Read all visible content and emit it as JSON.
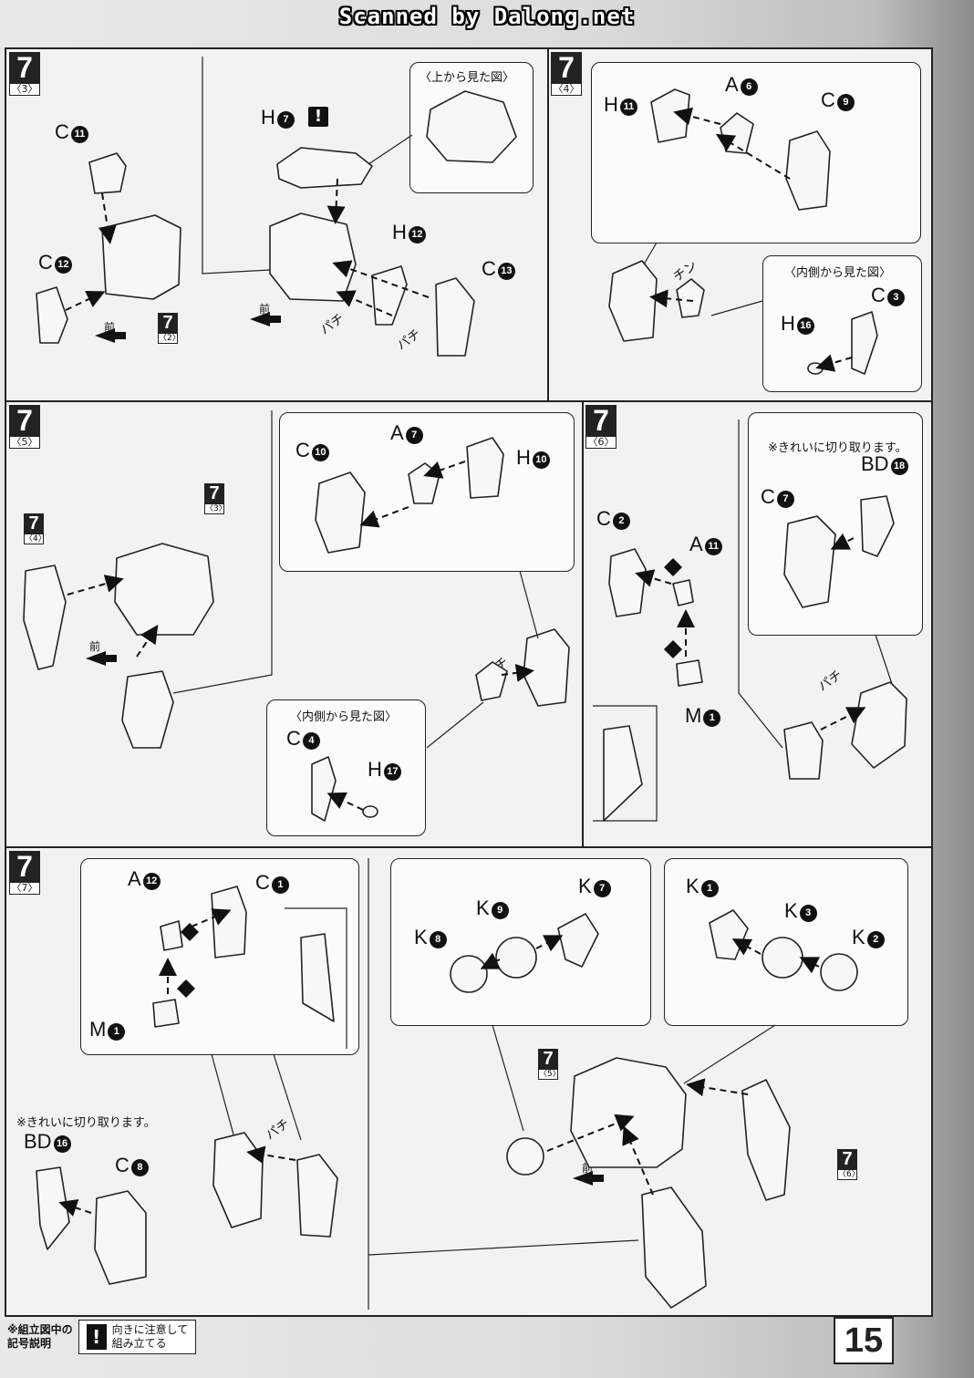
{
  "header": "Scanned by Dalong.net",
  "page_number": "15",
  "legend": {
    "line1": "※組立図中の",
    "line2": "記号説明",
    "text_line1": "向きに注意して",
    "text_line2": "組み立てる"
  },
  "common": {
    "front": "前",
    "snap": "パチ",
    "snap2": "チン",
    "clean_cut": "※きれいに切り取ります。",
    "top_view": "〈上から見た図〉",
    "inner_view": "〈内側から見た図〉",
    "bang": "!"
  },
  "steps": {
    "s3": {
      "num": "7",
      "sub": "〈3〉",
      "labels": {
        "c11": "C",
        "c12": "C",
        "h7": "H",
        "h12": "H",
        "c13": "C"
      },
      "ref": {
        "num": "7",
        "sub": "〈2〉"
      }
    },
    "s4": {
      "num": "7",
      "sub": "〈4〉",
      "labels": {
        "h11": "H",
        "a6": "A",
        "c9": "C",
        "c3": "C",
        "h16": "H"
      }
    },
    "s5": {
      "num": "7",
      "sub": "〈5〉",
      "labels": {
        "c10": "C",
        "a7": "A",
        "h10": "H",
        "c4": "C",
        "h17": "H"
      },
      "ref4": {
        "num": "7",
        "sub": "〈4〉"
      },
      "ref3": {
        "num": "7",
        "sub": "〈3〉"
      }
    },
    "s6": {
      "num": "7",
      "sub": "〈6〉",
      "labels": {
        "c2": "C",
        "a11": "A",
        "m1": "M",
        "c7": "C",
        "bd18": "BD"
      }
    },
    "s7": {
      "num": "7",
      "sub": "〈7〉",
      "labels": {
        "a12": "A",
        "c1": "C",
        "m1": "M",
        "bd16": "BD",
        "c8": "C",
        "k8": "K",
        "k9": "K",
        "k7": "K",
        "k1": "K",
        "k3": "K",
        "k2": "K"
      },
      "ref5": {
        "num": "7",
        "sub": "〈5〉"
      },
      "ref6": {
        "num": "7",
        "sub": "〈6〉"
      }
    }
  },
  "circles": {
    "n1": "1",
    "n2": "2",
    "n3": "3",
    "n4": "4",
    "n6": "6",
    "n7": "7",
    "n8": "8",
    "n9": "9",
    "n10": "10",
    "n11": "11",
    "n12": "12",
    "n13": "13",
    "n16": "16",
    "n17": "17",
    "n18": "18"
  }
}
